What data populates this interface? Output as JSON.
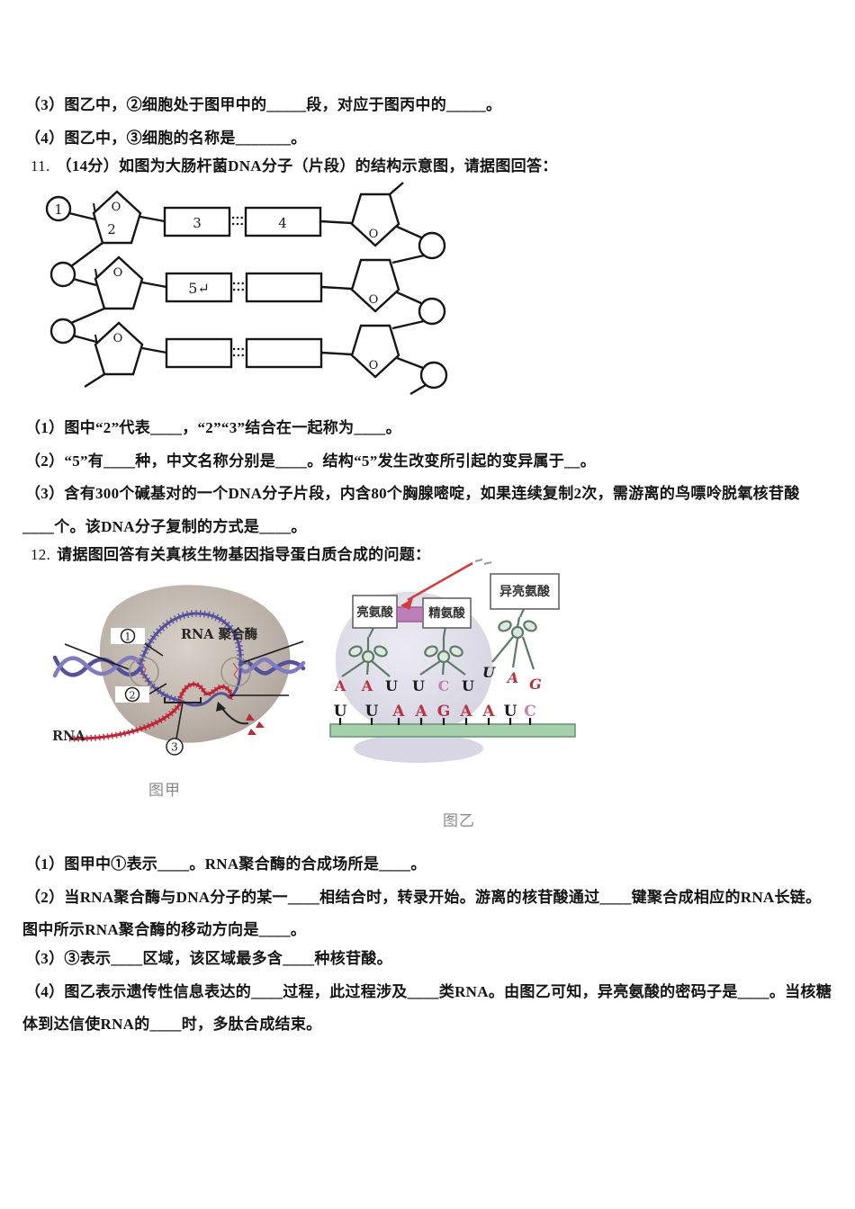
{
  "q10": {
    "s3": "（3）图乙中，②细胞处于图甲中的_____段，对应于图丙中的_____。",
    "s4": "（4）图乙中，③细胞的名称是_______。"
  },
  "q11": {
    "num": "11.",
    "stem": "（14分）如图为大肠杆菌DNA分子（片段）的结构示意图，请据图回答：",
    "s1": "（1）图中“2”代表____，“2”“3”结合在一起称为____。",
    "s2": "（2）“5”有____种，中文名称分别是____。结构“5”发生改变所引起的变异属于__。",
    "s3a": "（3）含有300个碱基对的一个DNA分子片段，内含80个胸腺嘧啶，如果连续复制2次，需游离的鸟嘌呤脱氧核苷酸",
    "s3b": "____个。该DNA分子复制的方式是____。",
    "dna": {
      "n1": "1",
      "n2": "2",
      "n3": "3",
      "n4": "4",
      "n5": "5↵",
      "o": "O"
    }
  },
  "q12": {
    "num": "12.",
    "stem": "请据图回答有关真核生物基因指导蛋白质合成的问题：",
    "s1": "（1）图甲中①表示____。RNA聚合酶的合成场所是____。",
    "s2a": "（2）当RNA聚合酶与DNA分子的某一____相结合时，转录开始。游离的核苷酸通过____键聚合成相应的RNA长链。",
    "s2b": "图中所示RNA聚合酶的移动方向是____。",
    "s3": "（3）③表示____区域，该区域最多含____种核苷酸。",
    "s4a": "（4）图乙表示遗传性信息表达的____过程，此过程涉及____类RNA。由图乙可知，异亮氨酸的密码子是____。当核糖",
    "s4b": "体到达信使RNA的____时，多肽合成结束。",
    "figA": {
      "enzyme": "RNA 聚合酶",
      "rna": "RNA",
      "m1": "1",
      "m2": "2",
      "m3": "3",
      "caption": "图甲"
    },
    "figB": {
      "aa1": "亮氨酸",
      "aa2": "精氨酸",
      "aa3": "异亮氨酸",
      "caption": "图乙",
      "anticodon1": [
        {
          "ch": "A",
          "c": "#b73340"
        },
        {
          "ch": "A",
          "c": "#b73340"
        },
        {
          "ch": "U",
          "c": "#1c1c1c"
        }
      ],
      "anticodon2": [
        {
          "ch": "U",
          "c": "#1c1c1c"
        },
        {
          "ch": "C",
          "c": "#c27fb4"
        },
        {
          "ch": "U",
          "c": "#1c1c1c"
        }
      ],
      "anticodon3": [
        {
          "ch": "U",
          "c": "#1c1c1c"
        },
        {
          "ch": "A",
          "c": "#b73340"
        },
        {
          "ch": "G",
          "c": "#b73340"
        }
      ],
      "mrna": [
        {
          "ch": "U",
          "c": "#1c1c1c"
        },
        {
          "ch": "U",
          "c": "#1c1c1c"
        },
        {
          "ch": "A",
          "c": "#b73340"
        },
        {
          "ch": "A",
          "c": "#b73340"
        },
        {
          "ch": "G",
          "c": "#b73340"
        },
        {
          "ch": "A",
          "c": "#b73340"
        },
        {
          "ch": "A",
          "c": "#b73340"
        },
        {
          "ch": "U",
          "c": "#1c1c1c"
        },
        {
          "ch": "C",
          "c": "#c27fb4"
        }
      ]
    }
  }
}
